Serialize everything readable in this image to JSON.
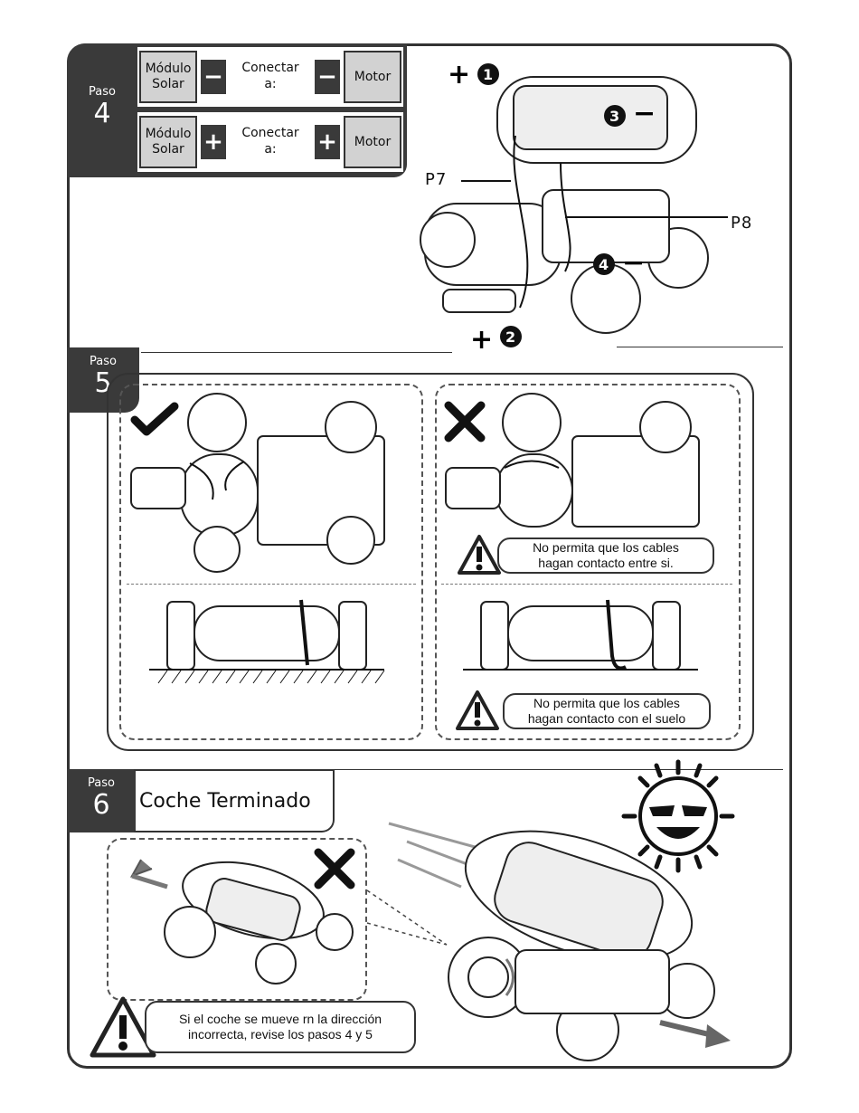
{
  "step4": {
    "label": "Paso",
    "number": "4",
    "row1": {
      "left": "Módulo\nSolar",
      "sign_left": "−",
      "middle": "Conectar\na:",
      "sign_right": "−",
      "right": "Motor"
    },
    "row2": {
      "left": "Módulo\nSolar",
      "sign_left": "+",
      "middle": "Conectar\na:",
      "sign_right": "+",
      "right": "Motor"
    },
    "callouts": [
      {
        "sign": "+",
        "num": "1"
      },
      {
        "sign": "+",
        "num": "2"
      },
      {
        "sign": "−",
        "num": "3"
      },
      {
        "sign": "−",
        "num": "4"
      }
    ],
    "p7": "P7",
    "p8": "P8"
  },
  "step5": {
    "label": "Paso",
    "number": "5",
    "warn_cables_each_other": "No permita que los cables\nhagan contacto entre si.",
    "warn_cables_floor": "No permita que los cables\nhagan contacto con el suelo"
  },
  "step6": {
    "label": "Paso",
    "number": "6",
    "title": "Coche Terminado",
    "warn_direction": "Si el coche se mueve rn la dirección\nincorrecta, revise los pasos 4 y 5"
  }
}
